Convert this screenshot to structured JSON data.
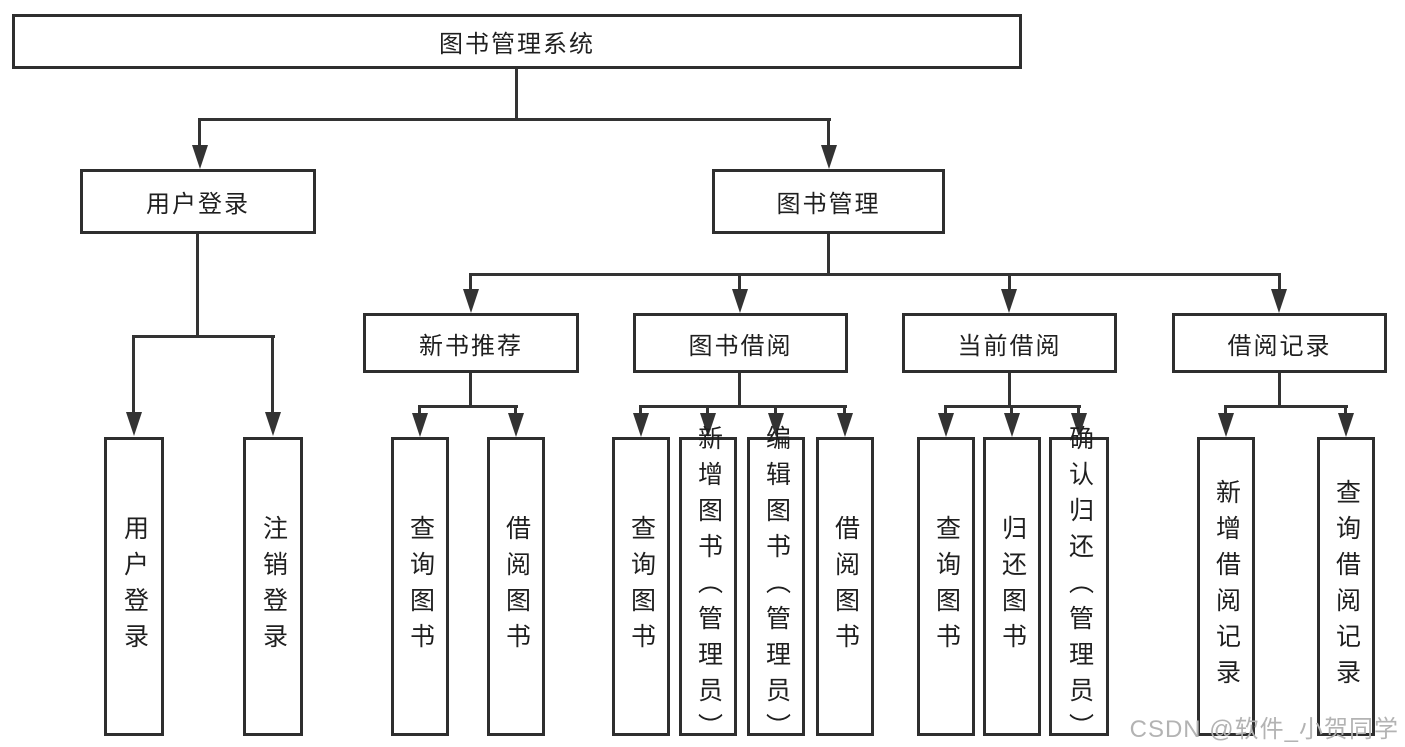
{
  "diagram_type": "hierarchy-tree",
  "colors": {
    "background": "#ffffff",
    "box_border": "#2e2e2e",
    "connector_line": "#333333",
    "text": "#1f1f1f",
    "watermark": "#b3b3b3"
  },
  "watermark": {
    "text": "CSDN @软件_小贺同学"
  },
  "tree": {
    "label": "图书管理系统",
    "children": [
      {
        "label": "用户登录",
        "children": [
          {
            "label": "用户登录"
          },
          {
            "label": "注销登录"
          }
        ]
      },
      {
        "label": "图书管理",
        "children": [
          {
            "label": "新书推荐",
            "children": [
              {
                "label": "查询图书"
              },
              {
                "label": "借阅图书"
              }
            ]
          },
          {
            "label": "图书借阅",
            "children": [
              {
                "label": "查询图书"
              },
              {
                "label": "新增图书（管理员）"
              },
              {
                "label": "编辑图书（管理员）"
              },
              {
                "label": "借阅图书"
              }
            ]
          },
          {
            "label": "当前借阅",
            "children": [
              {
                "label": "查询图书"
              },
              {
                "label": "归还图书"
              },
              {
                "label": "确认归还（管理员）"
              }
            ]
          },
          {
            "label": "借阅记录",
            "children": [
              {
                "label": "新增借阅记录"
              },
              {
                "label": "查询借阅记录"
              }
            ]
          }
        ]
      }
    ]
  }
}
